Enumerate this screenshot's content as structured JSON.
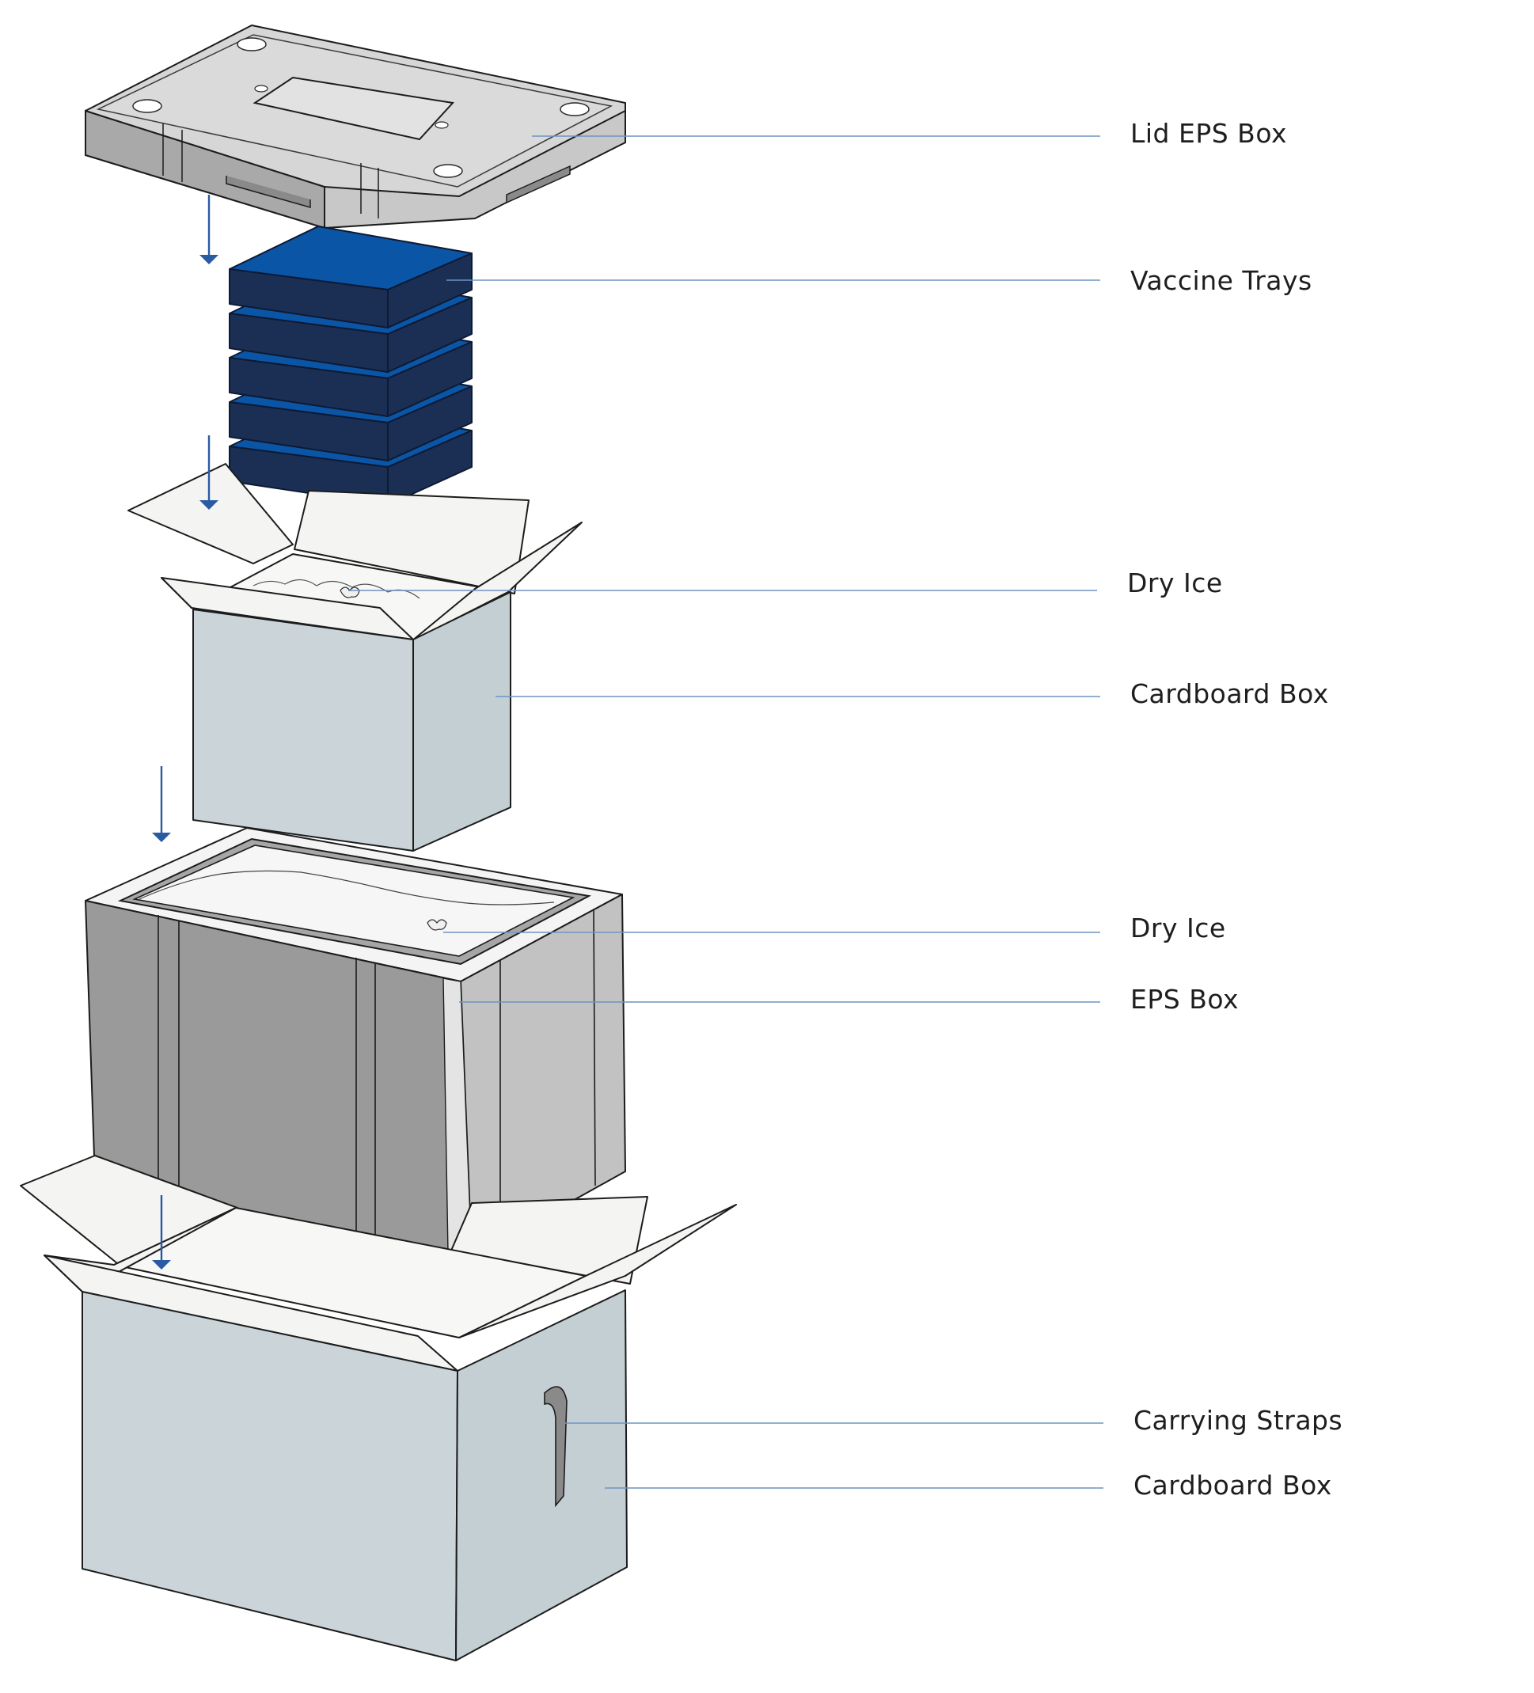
{
  "labels": {
    "lid_eps_box": "Lid EPS Box",
    "vaccine_trays": "Vaccine Trays",
    "dry_ice_upper": "Dry Ice",
    "cardboard_box_inner": "Cardboard Box",
    "dry_ice_lower": "Dry Ice",
    "eps_box": "EPS Box",
    "carrying_straps": "Carrying Straps",
    "cardboard_box_outer": "Cardboard Box"
  },
  "colors": {
    "leader_line": "#6f93c2",
    "arrow": "#2a5aa4",
    "tray_top": "#0b55a6",
    "tray_side": "#1b2f55",
    "cardboard": "#cbd5d9",
    "eps": "#9a9a9a"
  }
}
